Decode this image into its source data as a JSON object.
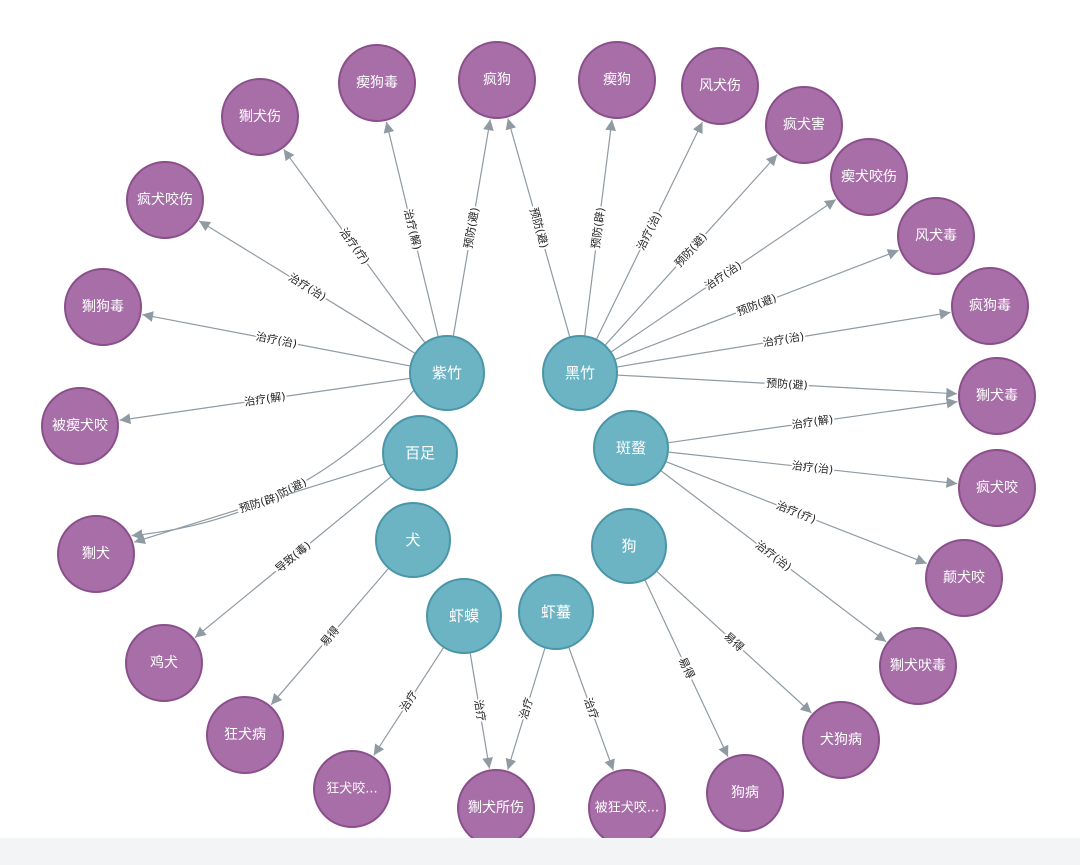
{
  "colors": {
    "herb_node": "#6cb4c4",
    "herb_stroke": "#4a96a8",
    "disease_node": "#a76ea8",
    "disease_stroke": "#8a4f8b",
    "edge": "#8f9aa3"
  },
  "nodes": [
    {
      "id": "zizhu",
      "label": "紫竹",
      "type": "herb"
    },
    {
      "id": "heizhu",
      "label": "黑竹",
      "type": "herb"
    },
    {
      "id": "baizu",
      "label": "百足",
      "type": "herb"
    },
    {
      "id": "banmao",
      "label": "斑蝥",
      "type": "herb"
    },
    {
      "id": "quan",
      "label": "犬",
      "type": "herb"
    },
    {
      "id": "gou",
      "label": "狗",
      "type": "herb"
    },
    {
      "id": "hama",
      "label": "虾蟆",
      "type": "herb"
    },
    {
      "id": "hamo",
      "label": "虾蟇",
      "type": "herb"
    },
    {
      "id": "d_zhiquanshang",
      "label": "猘犬伤",
      "type": "disease"
    },
    {
      "id": "d_zhigoudu_top",
      "label": "瘈狗毒",
      "type": "disease"
    },
    {
      "id": "d_fenggou",
      "label": "疯狗",
      "type": "disease"
    },
    {
      "id": "d_zhigou",
      "label": "瘈狗",
      "type": "disease"
    },
    {
      "id": "d_fengquanshang",
      "label": "风犬伤",
      "type": "disease"
    },
    {
      "id": "d_fengquanhai",
      "label": "疯犬害",
      "type": "disease"
    },
    {
      "id": "d_zhiquanyaoshang",
      "label": "瘈犬咬伤",
      "type": "disease"
    },
    {
      "id": "d_fengquandu",
      "label": "风犬毒",
      "type": "disease"
    },
    {
      "id": "d_fenggoudu",
      "label": "疯狗毒",
      "type": "disease"
    },
    {
      "id": "d_zhiquandu",
      "label": "猘犬毒",
      "type": "disease"
    },
    {
      "id": "d_fengquanyao",
      "label": "疯犬咬",
      "type": "disease"
    },
    {
      "id": "d_dianquanyao",
      "label": "颠犬咬",
      "type": "disease"
    },
    {
      "id": "d_zhiquanfeidu",
      "label": "猘犬吠毒",
      "type": "disease"
    },
    {
      "id": "d_quangoubing",
      "label": "犬狗病",
      "type": "disease"
    },
    {
      "id": "d_goubing",
      "label": "狗病",
      "type": "disease"
    },
    {
      "id": "d_beikuangquanyao",
      "label": "被狂犬咬...",
      "type": "disease"
    },
    {
      "id": "d_zhiquansuoshang",
      "label": "猘犬所伤",
      "type": "disease"
    },
    {
      "id": "d_kuangquanyao",
      "label": "狂犬咬...",
      "type": "disease"
    },
    {
      "id": "d_kuangquanbing",
      "label": "狂犬病",
      "type": "disease"
    },
    {
      "id": "d_jiquan",
      "label": "鸡犬",
      "type": "disease"
    },
    {
      "id": "d_zhiquan",
      "label": "猘犬",
      "type": "disease"
    },
    {
      "id": "d_beizhiquanyao",
      "label": "被瘈犬咬",
      "type": "disease"
    },
    {
      "id": "d_zhigoudu_left",
      "label": "猘狗毒",
      "type": "disease"
    },
    {
      "id": "d_fengquanyaoshang",
      "label": "疯犬咬伤",
      "type": "disease"
    }
  ],
  "edges": [
    {
      "from": "zizhu",
      "to": "d_zhiquanshang",
      "label": "治疗(疗)"
    },
    {
      "from": "zizhu",
      "to": "d_zhigoudu_top",
      "label": "治疗(解)"
    },
    {
      "from": "zizhu",
      "to": "d_fenggou",
      "label": "预防(避)"
    },
    {
      "from": "zizhu",
      "to": "d_fengquanyaoshang",
      "label": "治疗(治)"
    },
    {
      "from": "zizhu",
      "to": "d_zhigoudu_left",
      "label": "治疗(治)"
    },
    {
      "from": "zizhu",
      "to": "d_beizhiquanyao",
      "label": "治疗(解)"
    },
    {
      "from": "zizhu",
      "to": "d_zhiquan",
      "label": "预防(避)"
    },
    {
      "from": "baizu",
      "to": "d_zhiquan",
      "label": "预防(辟)"
    },
    {
      "from": "baizu",
      "to": "d_jiquan",
      "label": "导致(毒)"
    },
    {
      "from": "heizhu",
      "to": "d_fenggou",
      "label": "预防(避)"
    },
    {
      "from": "heizhu",
      "to": "d_zhigou",
      "label": "预防(辟)"
    },
    {
      "from": "heizhu",
      "to": "d_fengquanshang",
      "label": "治疗(治)"
    },
    {
      "from": "heizhu",
      "to": "d_fengquanhai",
      "label": "预防(避)"
    },
    {
      "from": "heizhu",
      "to": "d_zhiquanyaoshang",
      "label": "治疗(治)"
    },
    {
      "from": "heizhu",
      "to": "d_fengquandu",
      "label": "预防(避)"
    },
    {
      "from": "heizhu",
      "to": "d_fenggoudu",
      "label": "治疗(治)"
    },
    {
      "from": "heizhu",
      "to": "d_zhiquandu",
      "label": "预防(避)"
    },
    {
      "from": "banmao",
      "to": "d_zhiquandu",
      "label": "治疗(解)"
    },
    {
      "from": "banmao",
      "to": "d_fengquanyao",
      "label": "治疗(治)"
    },
    {
      "from": "banmao",
      "to": "d_dianquanyao",
      "label": "治疗(疗)"
    },
    {
      "from": "banmao",
      "to": "d_zhiquanfeidu",
      "label": "治疗(治)"
    },
    {
      "from": "gou",
      "to": "d_quangoubing",
      "label": "易得"
    },
    {
      "from": "gou",
      "to": "d_goubing",
      "label": "易得"
    },
    {
      "from": "quan",
      "to": "d_kuangquanbing",
      "label": "易得"
    },
    {
      "from": "hama",
      "to": "d_kuangquanyao",
      "label": "治疗"
    },
    {
      "from": "hama",
      "to": "d_zhiquansuoshang",
      "label": "治疗"
    },
    {
      "from": "hamo",
      "to": "d_zhiquansuoshang",
      "label": "治疗"
    },
    {
      "from": "hamo",
      "to": "d_beikuangquanyao",
      "label": "治疗"
    }
  ]
}
